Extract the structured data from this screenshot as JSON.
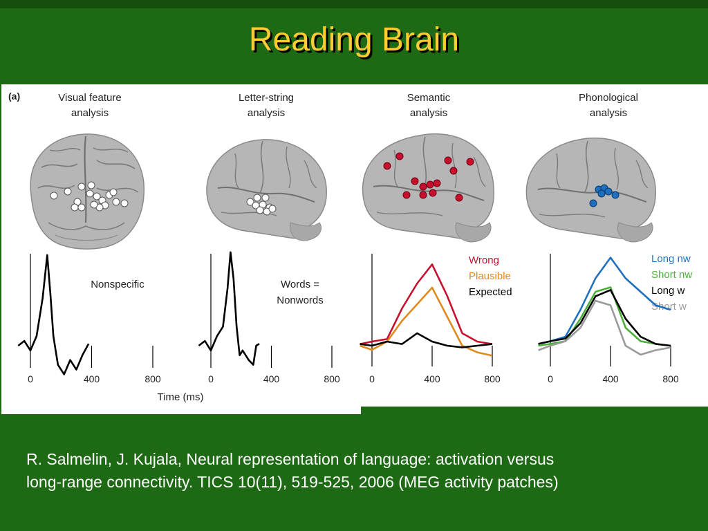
{
  "slide": {
    "title": "Reading Brain",
    "citation": {
      "line1": "R. Salmelin, J. Kujala, Neural representation of language: activation versus",
      "line2": "long-range connectivity.  TICS 10(11), 519-525, 2006 (MEG activity patches)"
    }
  },
  "figure": {
    "panel_label": "(a)",
    "shared_xlabel": "Time (ms)",
    "colors": {
      "wrong": "#c8102e",
      "plausible": "#e08a1e",
      "expected": "#000000",
      "long_nw": "#1f6fbf",
      "short_nw": "#4caf3a",
      "long_w": "#000000",
      "short_w": "#9a9a9a",
      "brain": "#b4b4b4",
      "background": "#1e6a14",
      "title": "#ffcc33"
    },
    "panels": [
      {
        "title_line1": "Visual feature",
        "title_line2": "analysis",
        "annotation_line1": "Nonspecific",
        "annotation_line2": "",
        "dots": "white"
      },
      {
        "title_line1": "Letter-string",
        "title_line2": "analysis",
        "annotation_line1": "Words =",
        "annotation_line2": "Nonwords",
        "dots": "white"
      },
      {
        "title_line1": "Semantic",
        "title_line2": "analysis",
        "legend": [
          "Wrong",
          "Plausible",
          "Expected"
        ],
        "dots": "red"
      },
      {
        "title_line1": "Phonological",
        "title_line2": "analysis",
        "legend": [
          "Long nw",
          "Short nw",
          "Long w",
          "Short w"
        ],
        "dots": "blue"
      }
    ]
  },
  "chart_data": [
    {
      "type": "line",
      "title": "Visual feature analysis",
      "xlabel": "Time (ms)",
      "x_ticks": [
        0,
        400,
        800
      ],
      "annotation": "Nonspecific",
      "series": [
        {
          "x": [
            -80,
            -40,
            0,
            40,
            80,
            110,
            130,
            150,
            180,
            220,
            260,
            300,
            340,
            380
          ],
          "y": [
            0,
            0.05,
            -0.05,
            0.1,
            0.5,
            0.95,
            0.55,
            0.1,
            -0.2,
            -0.3,
            -0.15,
            -0.25,
            -0.1,
            0.02
          ]
        }
      ]
    },
    {
      "type": "line",
      "title": "Letter-string analysis",
      "xlabel": "Time (ms)",
      "x_ticks": [
        0,
        400,
        800
      ],
      "annotation": "Words = Nonwords",
      "series": [
        {
          "x": [
            -80,
            -40,
            0,
            40,
            80,
            110,
            130,
            150,
            170,
            190,
            210,
            250,
            280,
            300,
            320
          ],
          "y": [
            0,
            0.05,
            -0.05,
            0.1,
            0.2,
            0.6,
            0.98,
            0.7,
            0.2,
            -0.1,
            -0.05,
            -0.15,
            -0.2,
            0,
            0.02
          ]
        }
      ]
    },
    {
      "type": "line",
      "title": "Semantic analysis",
      "xlabel": "Time (ms)",
      "x_ticks": [
        0,
        400,
        800
      ],
      "series": [
        {
          "name": "Wrong",
          "x": [
            -80,
            0,
            100,
            200,
            300,
            400,
            500,
            600,
            700,
            800
          ],
          "y": [
            0.02,
            0.05,
            0.08,
            0.45,
            0.75,
            0.98,
            0.6,
            0.15,
            0.05,
            0.02
          ]
        },
        {
          "name": "Plausible",
          "x": [
            -80,
            0,
            100,
            200,
            300,
            400,
            500,
            600,
            700,
            800
          ],
          "y": [
            0,
            -0.05,
            0.05,
            0.3,
            0.5,
            0.7,
            0.35,
            0.0,
            -0.08,
            -0.12
          ]
        },
        {
          "name": "Expected",
          "x": [
            -80,
            0,
            100,
            200,
            300,
            400,
            500,
            600,
            700,
            800
          ],
          "y": [
            0.02,
            0.0,
            0.05,
            0.02,
            0.15,
            0.05,
            0.0,
            -0.02,
            0.0,
            0.02
          ]
        }
      ]
    },
    {
      "type": "line",
      "title": "Phonological analysis",
      "xlabel": "Time (ms)",
      "x_ticks": [
        0,
        400,
        800
      ],
      "series": [
        {
          "name": "Long nw",
          "x": [
            -80,
            0,
            100,
            200,
            300,
            400,
            500,
            600,
            700,
            800
          ],
          "y": [
            0.02,
            0.05,
            0.1,
            0.4,
            0.75,
            0.98,
            0.75,
            0.6,
            0.45,
            0.4
          ]
        },
        {
          "name": "Short nw",
          "x": [
            -80,
            0,
            100,
            200,
            300,
            400,
            500,
            600,
            700,
            800
          ],
          "y": [
            0.0,
            0.02,
            0.05,
            0.3,
            0.6,
            0.65,
            0.2,
            0.05,
            0.02,
            0.0
          ]
        },
        {
          "name": "Long w",
          "x": [
            -80,
            0,
            100,
            200,
            300,
            400,
            500,
            600,
            700,
            800
          ],
          "y": [
            0.02,
            0.05,
            0.08,
            0.25,
            0.55,
            0.62,
            0.3,
            0.1,
            0.02,
            0.0
          ]
        },
        {
          "name": "Short w",
          "x": [
            -80,
            0,
            100,
            200,
            300,
            400,
            500,
            600,
            700,
            800
          ],
          "y": [
            -0.05,
            0.0,
            0.05,
            0.2,
            0.5,
            0.45,
            0.0,
            -0.1,
            -0.05,
            -0.02
          ]
        }
      ]
    }
  ]
}
